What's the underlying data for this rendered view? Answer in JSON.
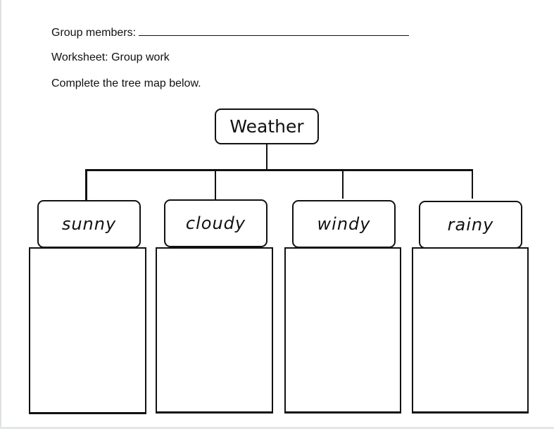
{
  "header": {
    "group_members_label": "Group members:",
    "worksheet_title": "Worksheet: Group work",
    "instructions": "Complete the tree map below."
  },
  "tree_map": {
    "root": "Weather",
    "branches": [
      {
        "label": "sunny"
      },
      {
        "label": "cloudy"
      },
      {
        "label": "windy"
      },
      {
        "label": "rainy"
      }
    ]
  }
}
